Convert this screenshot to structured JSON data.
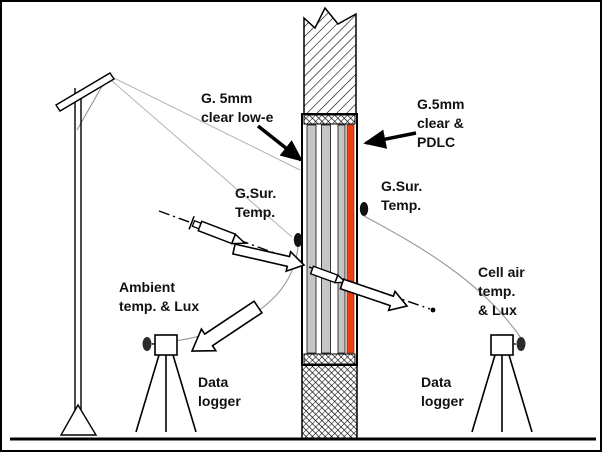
{
  "diagram": {
    "labels": {
      "left_glass_l1": "G. 5mm",
      "left_glass_l2": "clear low-e",
      "right_glass_l1": "G.5mm",
      "right_glass_l2": "clear &",
      "right_glass_l3": "PDLC",
      "left_surf_l1": "G.Sur.",
      "left_surf_l2": "Temp.",
      "right_surf_l1": "G.Sur.",
      "right_surf_l2": "Temp.",
      "ambient_l1": "Ambient",
      "ambient_l2": "temp. & Lux",
      "cell_l1": "Cell air",
      "cell_l2": "temp.",
      "cell_l3": "& Lux",
      "logger_left_l1": "Data",
      "logger_left_l2": "logger",
      "logger_right_l1": "Data",
      "logger_right_l2": "logger"
    },
    "colors": {
      "pdlc_film": "#ee4013",
      "glass": "#c6c6c6",
      "outline": "#000000",
      "wire": "#999999"
    }
  }
}
